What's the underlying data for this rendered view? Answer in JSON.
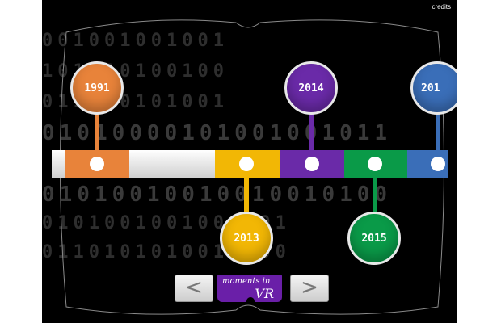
{
  "header": {
    "credits_label": "credits"
  },
  "background": {
    "rows": [
      "001001001001",
      "101010100100",
      "011000101001",
      "01010000101001001011",
      "01010010010010010100",
      "0101001001001001",
      "0110101010010100"
    ]
  },
  "timeline": {
    "markers": [
      {
        "year": "1991",
        "color": "#e8833a"
      },
      {
        "year": "2013",
        "color": "#f2b705"
      },
      {
        "year": "2014",
        "color": "#6a2aa8"
      },
      {
        "year": "2015",
        "color": "#0a9a48"
      },
      {
        "year": "201",
        "color": "#3a6eb8"
      }
    ]
  },
  "nav": {
    "prev_label": "<",
    "next_label": ">"
  },
  "logo": {
    "line1": "moments in",
    "line2": "VR"
  }
}
